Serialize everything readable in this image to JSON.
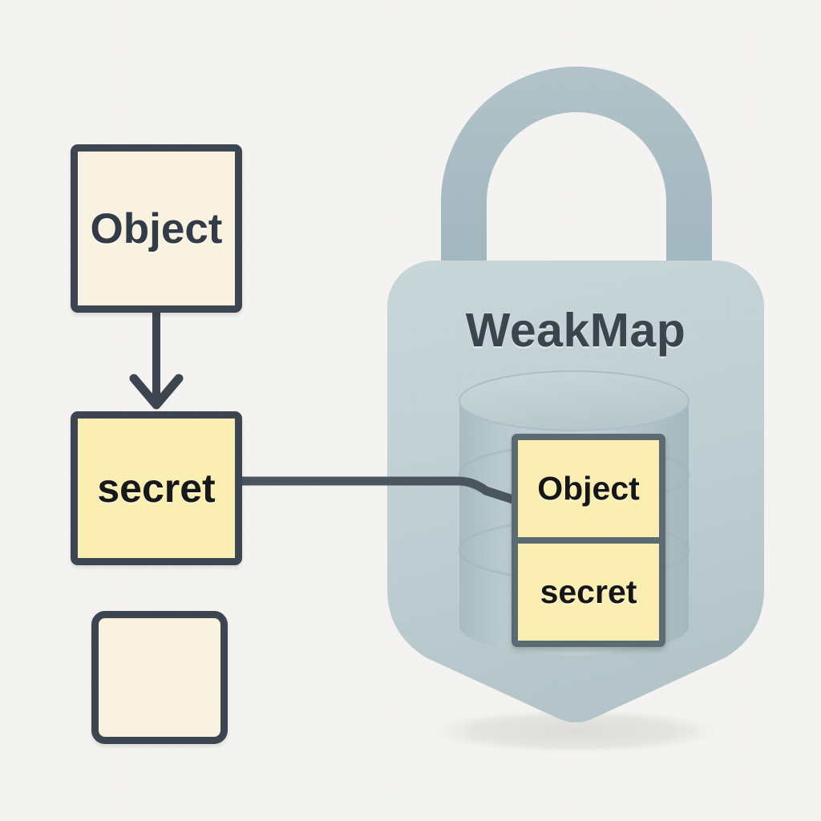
{
  "diagram": {
    "title": "WeakMap private data diagram",
    "background_color": "#f4f3f1"
  },
  "lock": {
    "label": "WeakMap",
    "shackle_color": "#a6bac2",
    "body_color": "#c2d1d5",
    "icon_name": "padlock-icon",
    "shadow_color": "#e3e3e1"
  },
  "nodes": [
    {
      "id": "object",
      "label": "Object",
      "fill": "#f9f2e1",
      "border": "#3d4650",
      "text_color": "#333c46"
    },
    {
      "id": "secret",
      "label": "secret",
      "fill": "#fbeeb2",
      "border": "#3d4650",
      "text_color": "#17181a"
    },
    {
      "id": "empty",
      "label": "",
      "fill": "#f9f2e1",
      "border": "#3d4650",
      "text_color": "#333c46"
    }
  ],
  "connectors": [
    {
      "id": "object-to-secret",
      "from": "object",
      "to": "secret",
      "style": "arrow",
      "color": "#3d4650"
    },
    {
      "id": "secret-to-weakmap-entry",
      "from": "secret",
      "to": "weakmap-entry-key",
      "style": "line",
      "color": "#4a555e"
    }
  ],
  "weakmap_store": {
    "container_icon": "database-cylinder-icon",
    "cylinder_color": "#b6c7cb",
    "entry_border": "#5b6b71",
    "entry_fill": "#fbeeb2",
    "rows": [
      {
        "role": "key",
        "label": "Object"
      },
      {
        "role": "value",
        "label": "secret"
      }
    ]
  }
}
